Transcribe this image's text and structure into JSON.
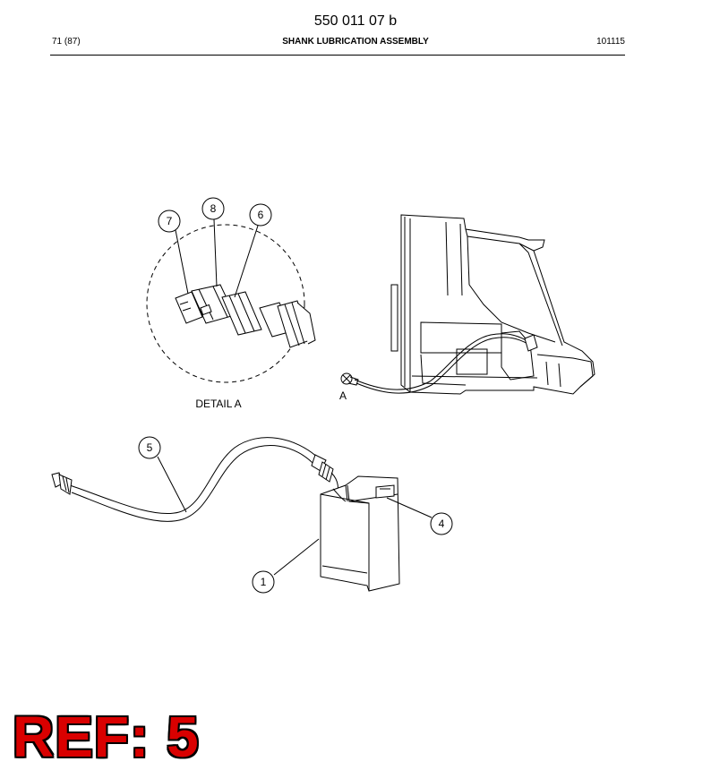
{
  "header": {
    "doc_number": "550 011 07 b",
    "page_ref": "71 (87)",
    "title": "SHANK LUBRICATION ASSEMBLY",
    "date_code": "101115"
  },
  "drawing": {
    "detail_label": "DETAIL  A",
    "detail_marker": "A",
    "callouts": [
      "7",
      "8",
      "6",
      "5",
      "4",
      "1"
    ]
  },
  "stamp": {
    "text": "REF: 5",
    "color": "#d90000"
  }
}
